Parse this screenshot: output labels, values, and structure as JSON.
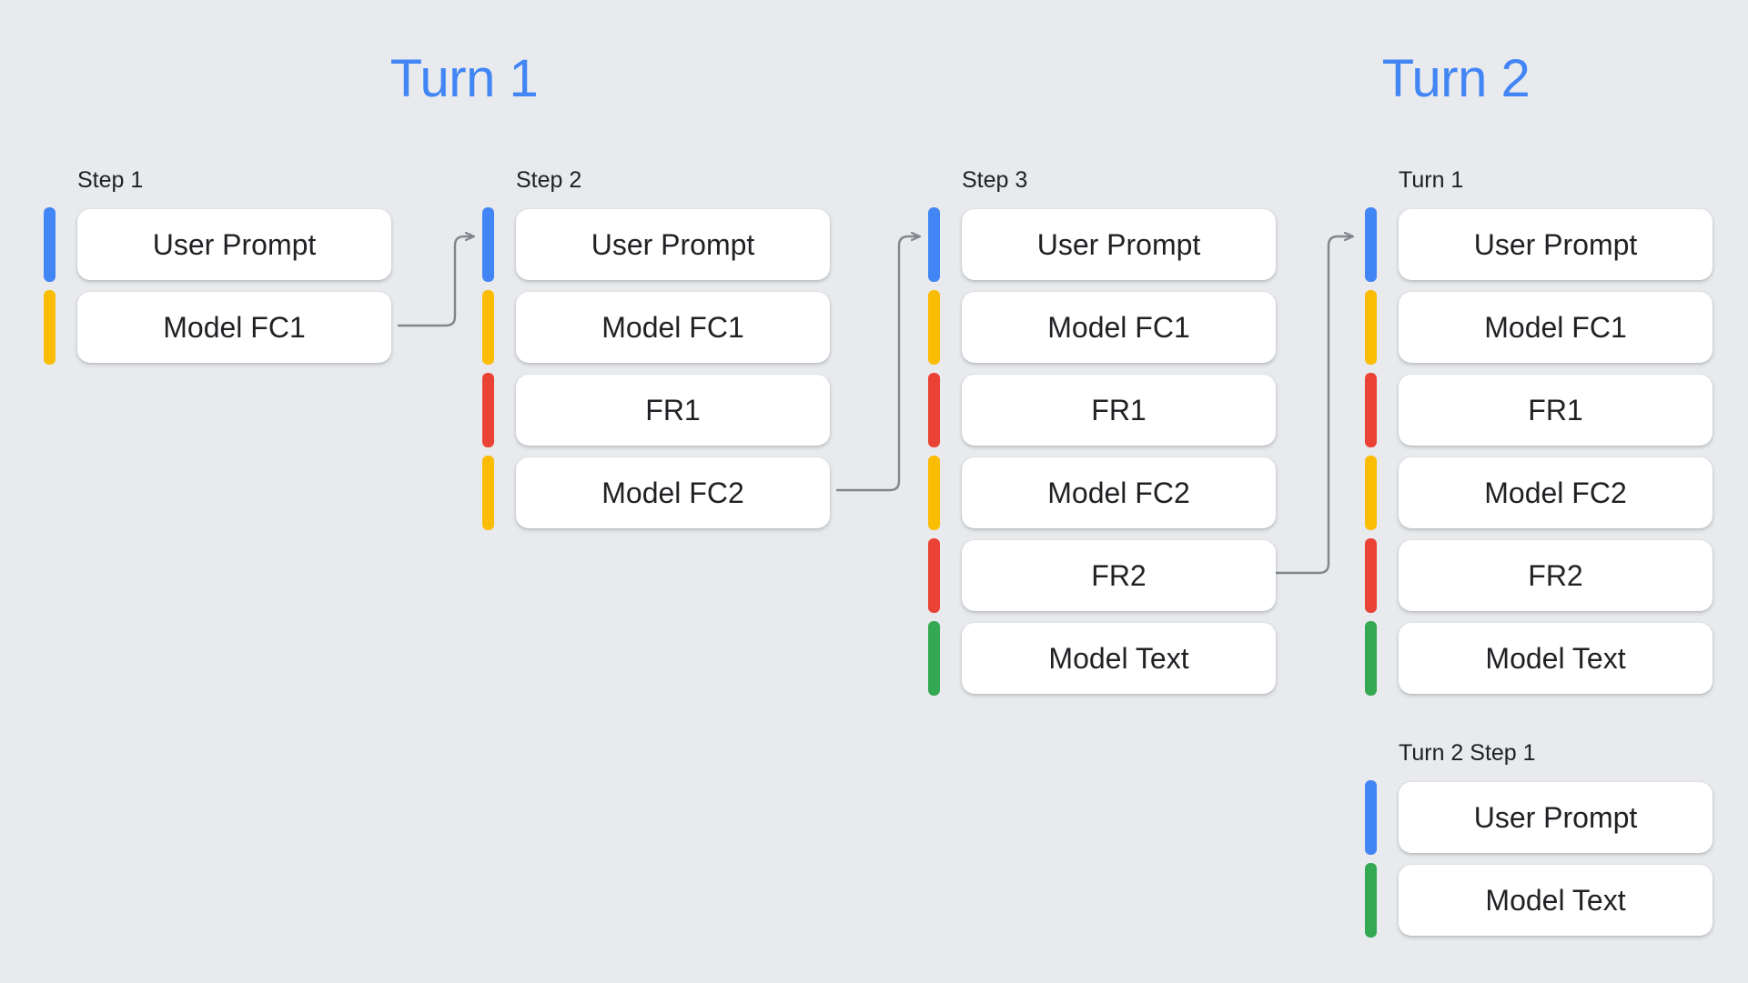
{
  "background_color": "#E8EAED",
  "palette": {
    "blue": "#4285F4",
    "yellow": "#FBBC04",
    "red": "#EA4335",
    "green": "#34A853",
    "arrow_gray": "#80868B",
    "card_white": "#FFFFFF",
    "text": "#202124"
  },
  "headings": {
    "turn1": "Turn 1",
    "turn2": "Turn 2"
  },
  "groups": [
    {
      "id": "step-1",
      "label": "Step 1",
      "rows": [
        {
          "color": "blue",
          "label": "User Prompt"
        },
        {
          "color": "yellow",
          "label": "Model FC1"
        }
      ]
    },
    {
      "id": "step-2",
      "label": "Step 2",
      "rows": [
        {
          "color": "blue",
          "label": "User Prompt"
        },
        {
          "color": "yellow",
          "label": "Model FC1"
        },
        {
          "color": "red",
          "label": "FR1"
        },
        {
          "color": "yellow",
          "label": "Model FC2"
        }
      ]
    },
    {
      "id": "step-3",
      "label": "Step 3",
      "rows": [
        {
          "color": "blue",
          "label": "User Prompt"
        },
        {
          "color": "yellow",
          "label": "Model FC1"
        },
        {
          "color": "red",
          "label": "FR1"
        },
        {
          "color": "yellow",
          "label": "Model FC2"
        },
        {
          "color": "red",
          "label": "FR2"
        },
        {
          "color": "green",
          "label": "Model Text"
        }
      ]
    },
    {
      "id": "turn-1-history",
      "label": "Turn 1",
      "rows": [
        {
          "color": "blue",
          "label": "User Prompt"
        },
        {
          "color": "yellow",
          "label": "Model FC1"
        },
        {
          "color": "red",
          "label": "FR1"
        },
        {
          "color": "yellow",
          "label": "Model FC2"
        },
        {
          "color": "red",
          "label": "FR2"
        },
        {
          "color": "green",
          "label": "Model Text"
        }
      ]
    },
    {
      "id": "turn-2-step-1",
      "label": "Turn 2 Step 1",
      "rows": [
        {
          "color": "blue",
          "label": "User Prompt"
        },
        {
          "color": "green",
          "label": "Model Text"
        }
      ]
    }
  ],
  "arrows": [
    {
      "id": "arrow-step1-to-step2",
      "from": "Model FC1 (Step 1)",
      "to": "User Prompt (Step 2)"
    },
    {
      "id": "arrow-step2-to-step3",
      "from": "Model FC2 (Step 2)",
      "to": "User Prompt (Step 3)"
    },
    {
      "id": "arrow-step3-to-turn1",
      "from": "FR2 (Step 3)",
      "to": "User Prompt (Turn 1)"
    }
  ]
}
